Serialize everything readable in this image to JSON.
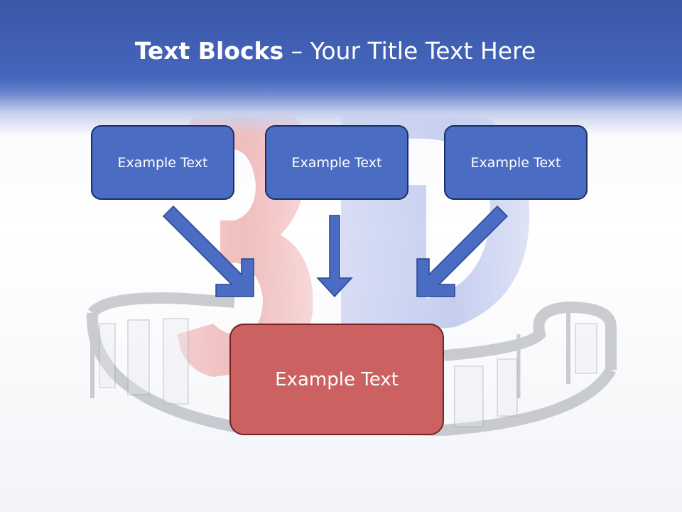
{
  "slide": {
    "title_bold": "Text Blocks",
    "title_dash": "–",
    "title_rest": "Your Title Text Here"
  },
  "diagram": {
    "top_boxes": [
      {
        "label": "Example Text"
      },
      {
        "label": "Example Text"
      },
      {
        "label": "Example Text"
      }
    ],
    "center_box": {
      "label": "Example Text"
    }
  },
  "colors": {
    "header": "#4566bd",
    "box_blue": "#4a6cc3",
    "box_blue_border": "#1b2f62",
    "box_red": "#cc6161",
    "box_red_border": "#7a2222",
    "arrow": "#4a6cc3"
  }
}
